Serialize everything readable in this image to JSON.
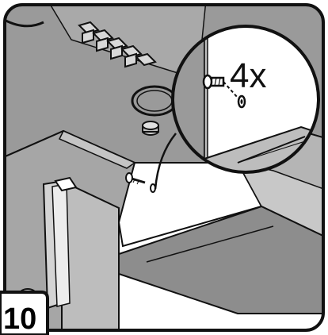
{
  "step": {
    "number": "10"
  },
  "callout": {
    "quantity": "4x"
  },
  "icons": [
    "screw-icon",
    "washer-icon",
    "assembly-illustration"
  ],
  "colors": {
    "frame": "#111111",
    "panel_dark": "#8a8a8a",
    "panel_mid": "#a8a8a8",
    "panel_light": "#c9c9c9",
    "background": "#ffffff"
  }
}
